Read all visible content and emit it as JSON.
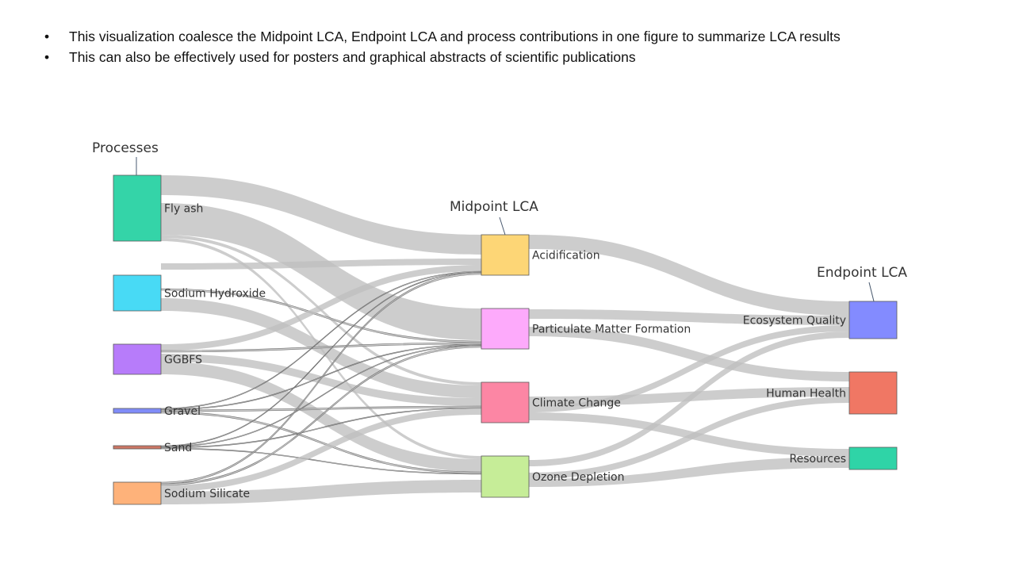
{
  "bullets": [
    {
      "marker": "•",
      "text": "This visualization coalesce the Midpoint LCA, Endpoint LCA and process contributions in one figure to summarize LCA results"
    },
    {
      "marker": "•",
      "text": "This can also be effectively  used for posters and graphical abstracts of scientific publications"
    }
  ],
  "diagram": {
    "column_labels": {
      "processes": "Processes",
      "midpoint": "Midpoint LCA",
      "endpoint": "Endpoint LCA"
    },
    "link_color": "#bfbfbf",
    "nodes": [
      {
        "id": "fly_ash",
        "label": "Fly ash",
        "color": "#34d4a8"
      },
      {
        "id": "sodium_hydroxide",
        "label": "Sodium Hydroxide",
        "color": "#48daf5"
      },
      {
        "id": "ggbfs",
        "label": "GGBFS",
        "color": "#b77cfa"
      },
      {
        "id": "gravel",
        "label": "Gravel",
        "color": "#808cf8"
      },
      {
        "id": "sand",
        "label": "Sand",
        "color": "#cd7765"
      },
      {
        "id": "sodium_silicate",
        "label": "Sodium Silicate",
        "color": "#feb27a"
      },
      {
        "id": "acidification",
        "label": "Acidification",
        "color": "#fdd676"
      },
      {
        "id": "pm_formation",
        "label": "Particulate Matter Formation",
        "color": "#fdaafb"
      },
      {
        "id": "climate_change",
        "label": "Climate Change",
        "color": "#fc86a4"
      },
      {
        "id": "ozone_depletion",
        "label": "Ozone Depletion",
        "color": "#c6ed98"
      },
      {
        "id": "ecosystem_quality",
        "label": "Ecosystem Quality",
        "color": "#838bff"
      },
      {
        "id": "human_health",
        "label": "Human Health",
        "color": "#f07764"
      },
      {
        "id": "resources",
        "label": "Resources",
        "color": "#2fd4a7"
      }
    ]
  }
}
